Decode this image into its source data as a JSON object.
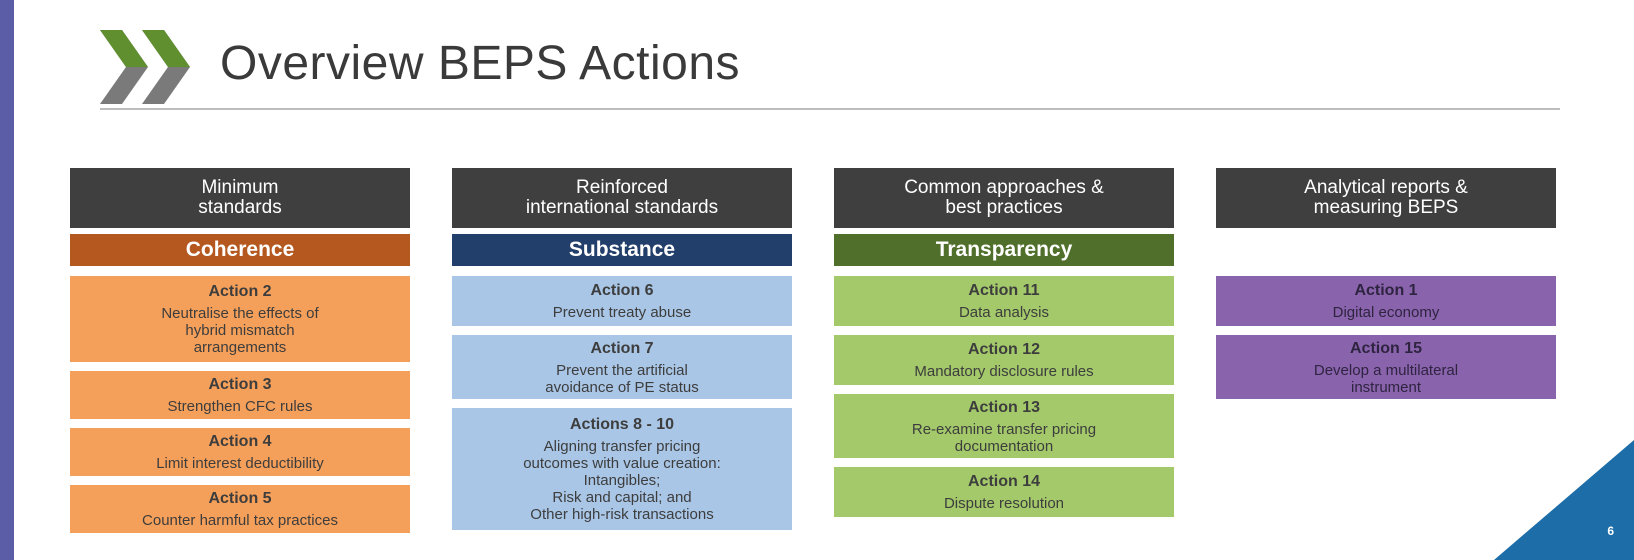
{
  "title": "Overview BEPS Actions",
  "page_number": "6",
  "colors": {
    "header": "#3f3f3f",
    "coherence": "#b4581f",
    "coherence_card": "#f5a05a",
    "substance": "#223e6a",
    "substance_card": "#a9c6e6",
    "transparency": "#4f6f2a",
    "transparency_card": "#a3c96a",
    "analytical_card": "#8a63ad",
    "logo": "#7a7a7a",
    "logo_accent": "#5f8f2f",
    "corner": "#1d6ea8"
  },
  "columns": [
    {
      "header": "Minimum\nstandards",
      "theme": "Coherence",
      "actions": [
        {
          "number": "Action 2",
          "description": "Neutralise the effects of\nhybrid mismatch\narrangements"
        },
        {
          "number": "Action 3",
          "description": "Strengthen CFC rules"
        },
        {
          "number": "Action 4",
          "description": "Limit interest deductibility"
        },
        {
          "number": "Action 5",
          "description": "Counter harmful tax practices"
        }
      ]
    },
    {
      "header": "Reinforced\ninternational standards",
      "theme": "Substance",
      "actions": [
        {
          "number": "Action 6",
          "description": "Prevent treaty abuse"
        },
        {
          "number": "Action 7",
          "description": "Prevent the artificial\navoidance of PE status"
        },
        {
          "number": "Actions 8 - 10",
          "description": "Aligning transfer pricing\noutcomes with value creation:\nIntangibles;\nRisk and capital; and\nOther high-risk transactions"
        }
      ]
    },
    {
      "header": "Common approaches &\nbest practices",
      "theme": "Transparency",
      "actions": [
        {
          "number": "Action 11",
          "description": "Data analysis"
        },
        {
          "number": "Action 12",
          "description": "Mandatory disclosure rules"
        },
        {
          "number": "Action 13",
          "description": "Re-examine transfer pricing\ndocumentation"
        },
        {
          "number": "Action 14",
          "description": "Dispute resolution"
        }
      ]
    },
    {
      "header": "Analytical reports &\nmeasuring BEPS",
      "theme": "",
      "actions": [
        {
          "number": "Action 1",
          "description": "Digital economy"
        },
        {
          "number": "Action 15",
          "description": "Develop a multilateral\ninstrument"
        }
      ]
    }
  ]
}
